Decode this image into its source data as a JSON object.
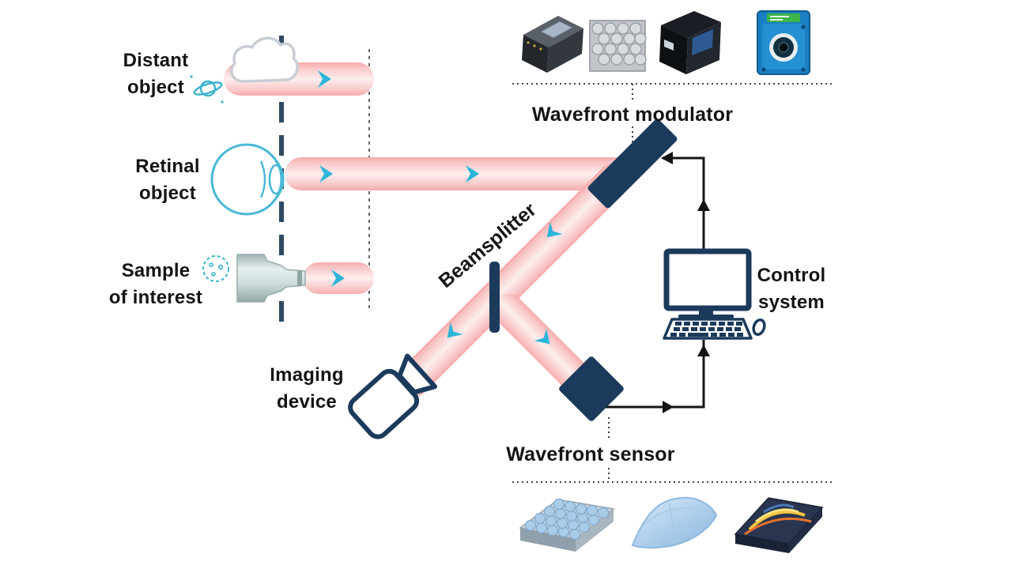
{
  "diagram": {
    "title": "Adaptive optics system schematic",
    "labels": {
      "distant_object": "Distant\nobject",
      "retinal_object": "Retinal\nobject",
      "sample_of_interest": "Sample\nof interest",
      "imaging_device": "Imaging\ndevice",
      "beamsplitter": "Beamsplitter",
      "wavefront_modulator": "Wavefront modulator",
      "wavefront_sensor": "Wavefront sensor",
      "control_system": "Control\nsystem"
    },
    "colors": {
      "beam_edge_pink": "#f5abab",
      "beam_core_pink": "#fdeeee",
      "beam_arrow_cyan": "#2cb5d8",
      "component_navy": "#1b3a5c",
      "signal_line_black": "#141414",
      "dashed_plane_navy": "#2d4a63",
      "sketch_teal": "#3ab3cf",
      "cloud_gray": "#c8cdd4"
    },
    "icons": {
      "saturn": "saturn-icon",
      "cloud": "cloud-icon",
      "eye": "eye-icon",
      "specimen_dish": "specimen-icon",
      "microscope_objective": "objective-icon",
      "camera": "camera-icon",
      "computer_monitor": "monitor-icon",
      "keyboard": "keyboard-icon",
      "mouse": "mouse-icon"
    },
    "photos": {
      "top_row": [
        "deformable-mirror-module",
        "segmented-mirror-array",
        "mems-mirror-cube",
        "blue-modulator-device"
      ],
      "bottom_row": [
        "lenslet-array",
        "wavefront-surface",
        "interference-fringes"
      ]
    }
  }
}
